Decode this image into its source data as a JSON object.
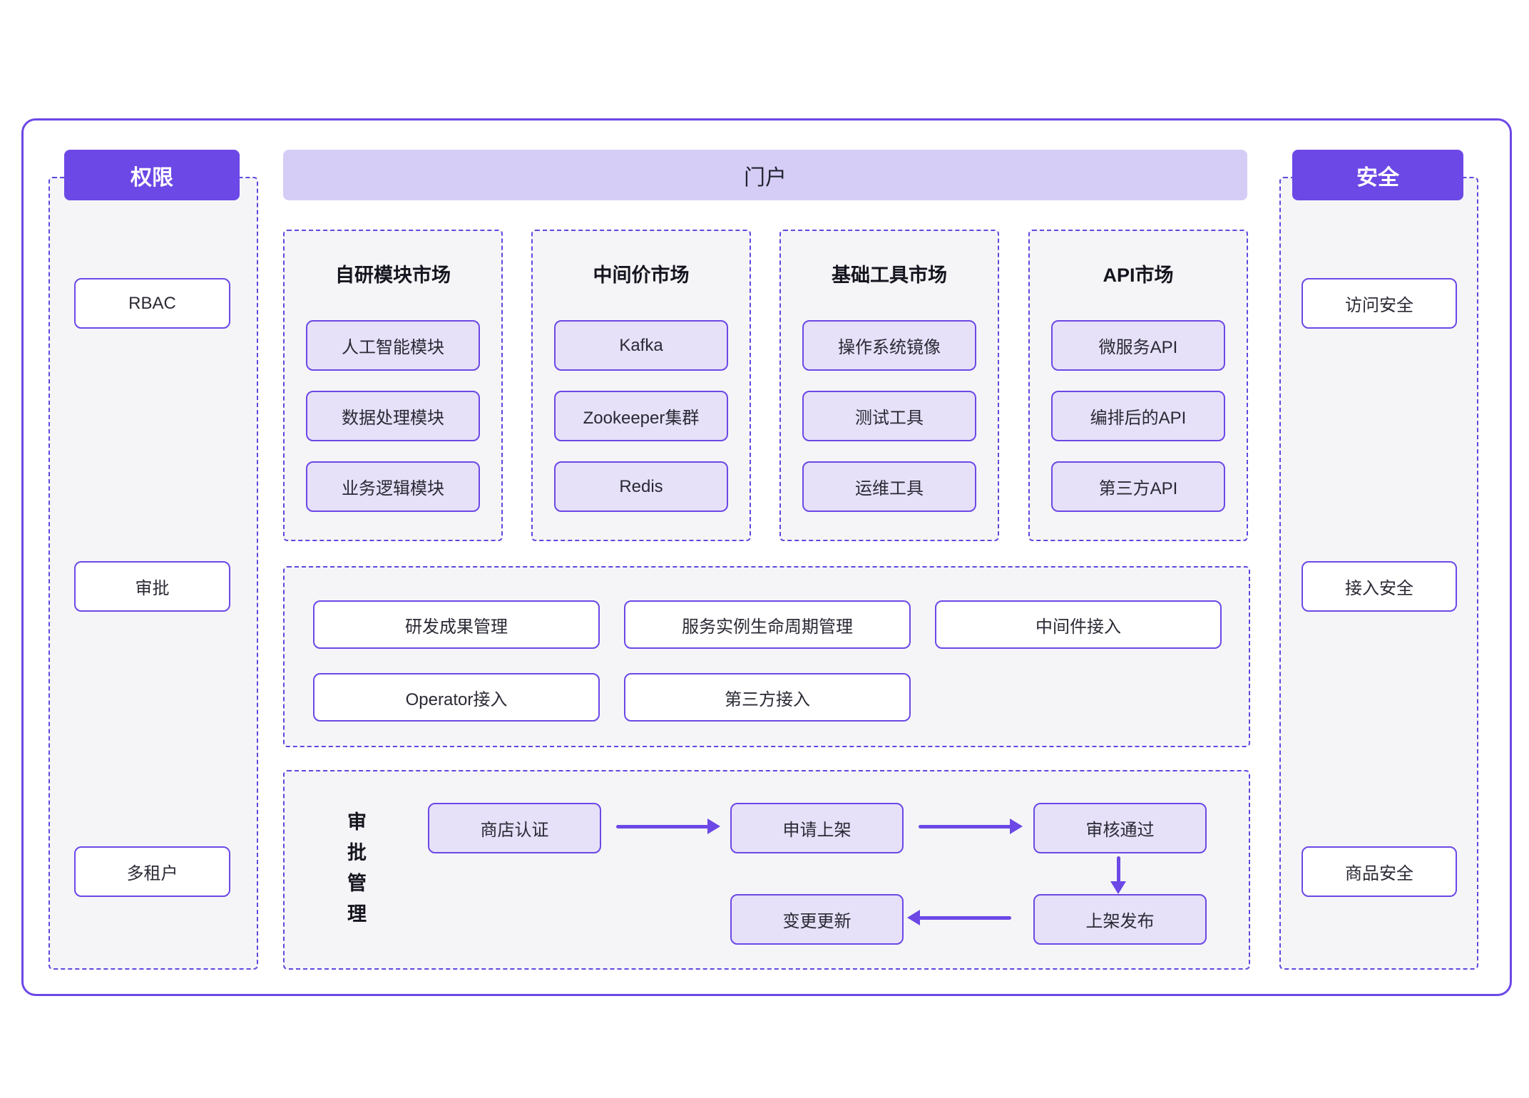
{
  "colors": {
    "accent": "#6c48e6",
    "accent_light": "#d6cdf6",
    "box_fill": "#e6e0f8",
    "panel_bg": "#f5f5f7",
    "dashed_border": "#5b49e0",
    "text_dark": "#1f2430"
  },
  "left_panel": {
    "title": "权限",
    "items": [
      "RBAC",
      "审批",
      "多租户"
    ]
  },
  "portal": {
    "title": "门户",
    "markets": [
      {
        "title": "自研模块市场",
        "items": [
          "人工智能模块",
          "数据处理模块",
          "业务逻辑模块"
        ]
      },
      {
        "title": "中间价市场",
        "items": [
          "Kafka",
          "Zookeeper集群",
          "Redis"
        ]
      },
      {
        "title": "基础工具市场",
        "items": [
          "操作系统镜像",
          "测试工具",
          "运维工具"
        ]
      },
      {
        "title": "API市场",
        "items": [
          "微服务API",
          "编排后的API",
          "第三方API"
        ]
      }
    ],
    "management": {
      "row1": [
        "研发成果管理",
        "服务实例生命周期管理",
        "中间件接入"
      ],
      "row2": [
        "Operator接入",
        "第三方接入"
      ]
    },
    "approval": {
      "label": "审批管理",
      "steps": [
        "商店认证",
        "申请上架",
        "审核通过",
        "上架发布",
        "变更更新"
      ]
    }
  },
  "right_panel": {
    "title": "安全",
    "items": [
      "访问安全",
      "接入安全",
      "商品安全"
    ]
  }
}
